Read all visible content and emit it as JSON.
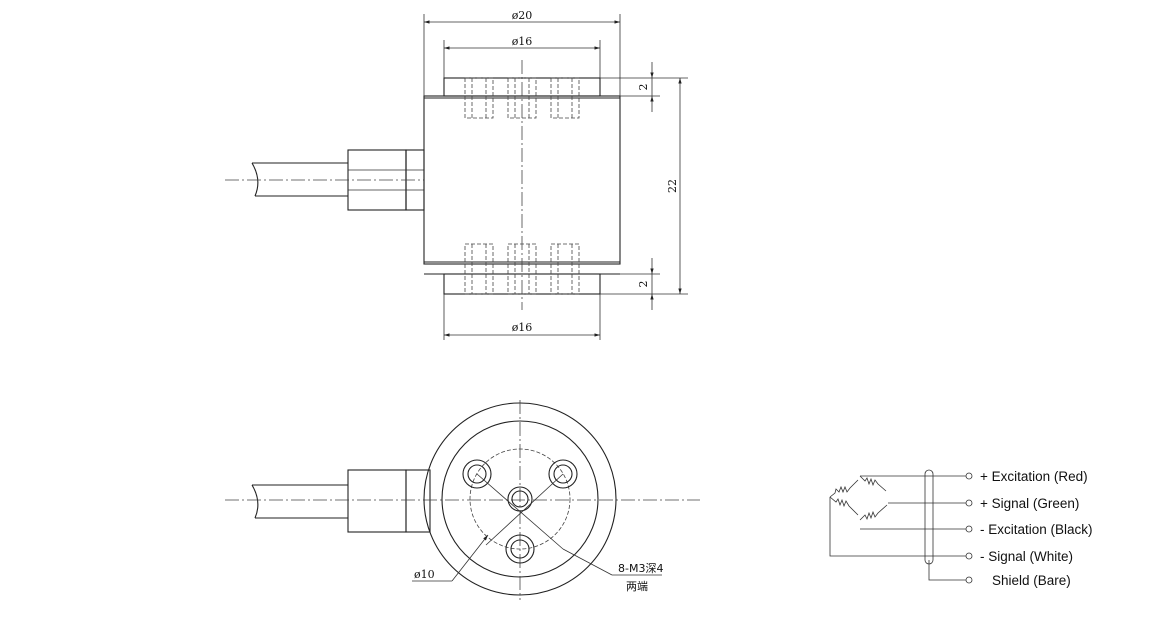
{
  "front_view": {
    "dim_top_outer": "ø20",
    "dim_top_inner": "ø16",
    "dim_bottom": "ø16",
    "dim_height": "22",
    "dim_flange_top": "2",
    "dim_flange_bottom": "2"
  },
  "top_view": {
    "dim_circle": "ø10",
    "thread_spec": "8-M3深4",
    "thread_note": "两端"
  },
  "wiring": {
    "leads": [
      "+ Excitation (Red)",
      "+ Signal (Green)",
      "- Excitation (Black)",
      "- Signal (White)",
      "Shield (Bare)"
    ]
  }
}
